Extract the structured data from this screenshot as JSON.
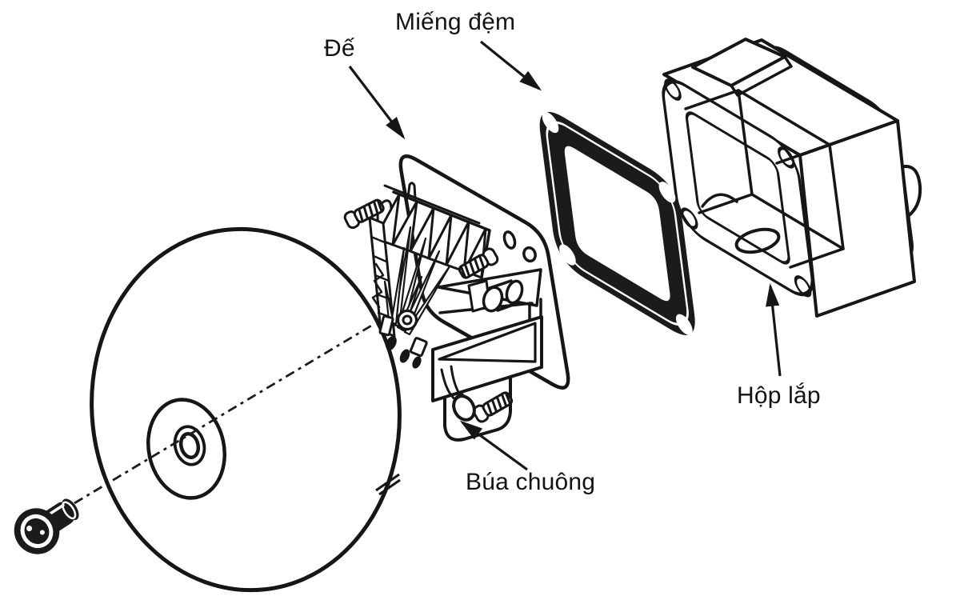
{
  "diagram": {
    "type": "exploded-assembly-line-drawing",
    "background_color": "#ffffff",
    "line_color": "#161616",
    "labels": [
      {
        "id": "de",
        "text": "Đế",
        "target": "base-plate"
      },
      {
        "id": "mieng-dem",
        "text": "Miếng đệm",
        "target": "gasket"
      },
      {
        "id": "hop-lap",
        "text": "Hộp lắp",
        "target": "mounting-box"
      },
      {
        "id": "bua-chuong",
        "text": "Búa chuông",
        "target": "bell-hammer"
      }
    ]
  }
}
